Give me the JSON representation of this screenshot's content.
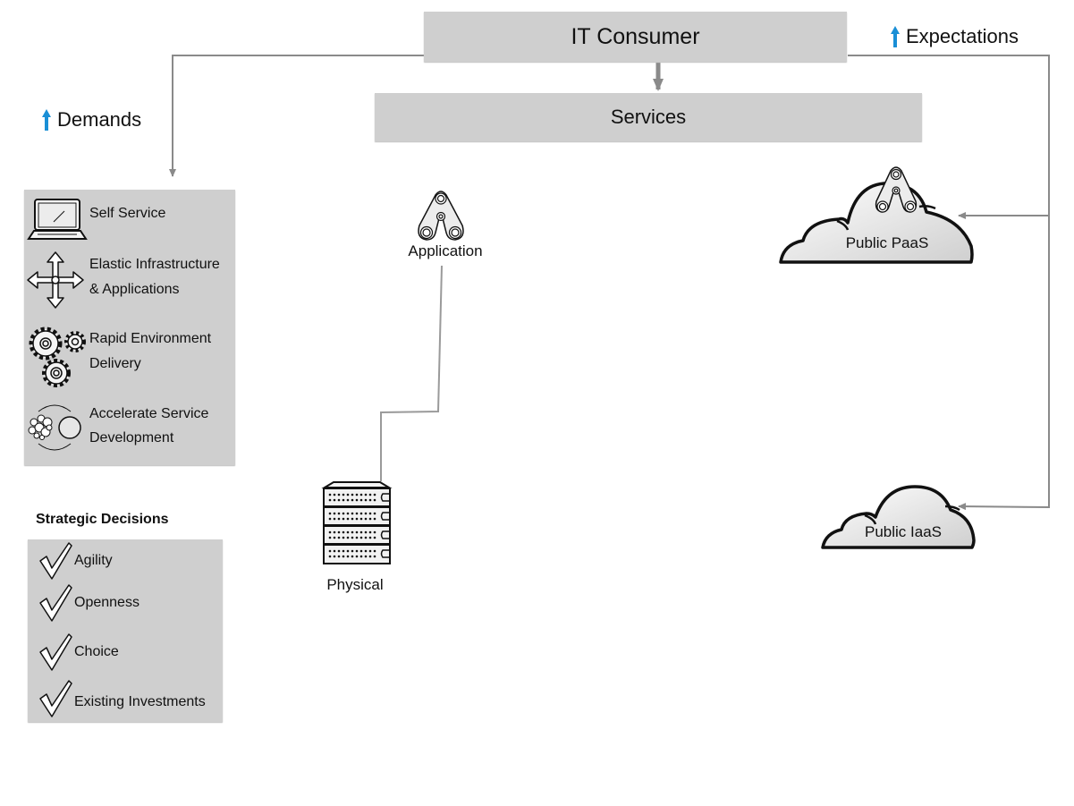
{
  "top": {
    "consumer_label": "IT Consumer",
    "services_label": "Services",
    "expectations_label": "Expectations",
    "demands_label": "Demands"
  },
  "demands_panel": {
    "items": [
      {
        "icon": "laptop-icon",
        "lines": [
          "Self Service"
        ]
      },
      {
        "icon": "expand-arrows-icon",
        "lines": [
          "Elastic Infrastructure",
          "& Applications"
        ]
      },
      {
        "icon": "gears-icon",
        "lines": [
          "Rapid Environment",
          "Delivery"
        ]
      },
      {
        "icon": "bubbles-cycle-icon",
        "lines": [
          "Accelerate Service",
          "Development"
        ]
      }
    ]
  },
  "strategic": {
    "title": "Strategic Decisions",
    "items": [
      "Agility",
      "Openness",
      "Choice",
      "Existing Investments"
    ]
  },
  "nodes": {
    "application_label": "Application",
    "physical_label": "Physical",
    "paas_label": "Public PaaS",
    "iaas_label": "Public IaaS"
  },
  "colors": {
    "box_fill": "#cfcfcf",
    "connector": "#8a8a8a",
    "accent_arrow": "#1a8fd6"
  }
}
